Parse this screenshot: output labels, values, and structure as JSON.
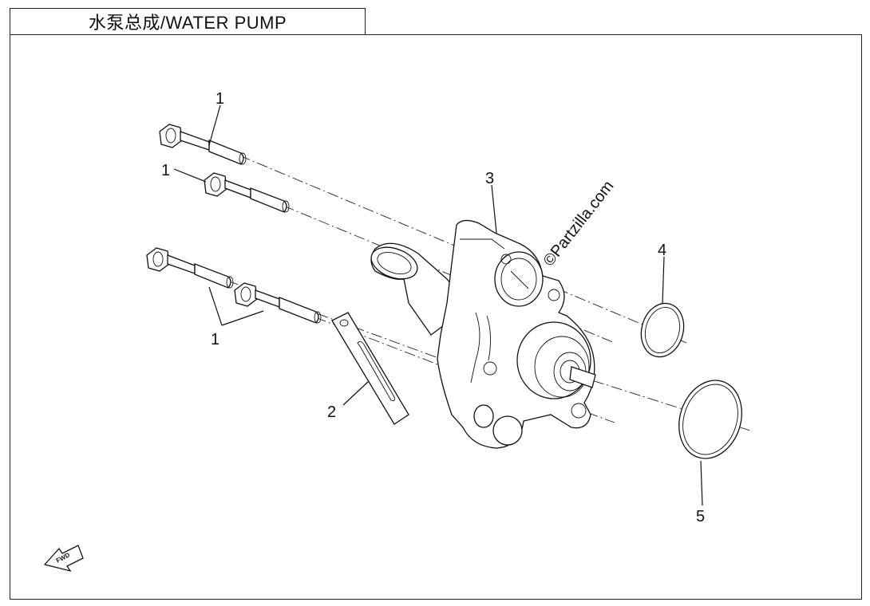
{
  "title": "水泵总成/WATER PUMP",
  "watermark": "©Partzilla.com",
  "fwd_label": "FWD",
  "callouts": [
    {
      "id": "bolt-a",
      "label": "1"
    },
    {
      "id": "bolt-b",
      "label": "1"
    },
    {
      "id": "bolt-cd",
      "label": "1"
    },
    {
      "id": "plate",
      "label": "2"
    },
    {
      "id": "pump-body",
      "label": "3"
    },
    {
      "id": "o-ring-small",
      "label": "4"
    },
    {
      "id": "o-ring-large",
      "label": "5"
    }
  ]
}
